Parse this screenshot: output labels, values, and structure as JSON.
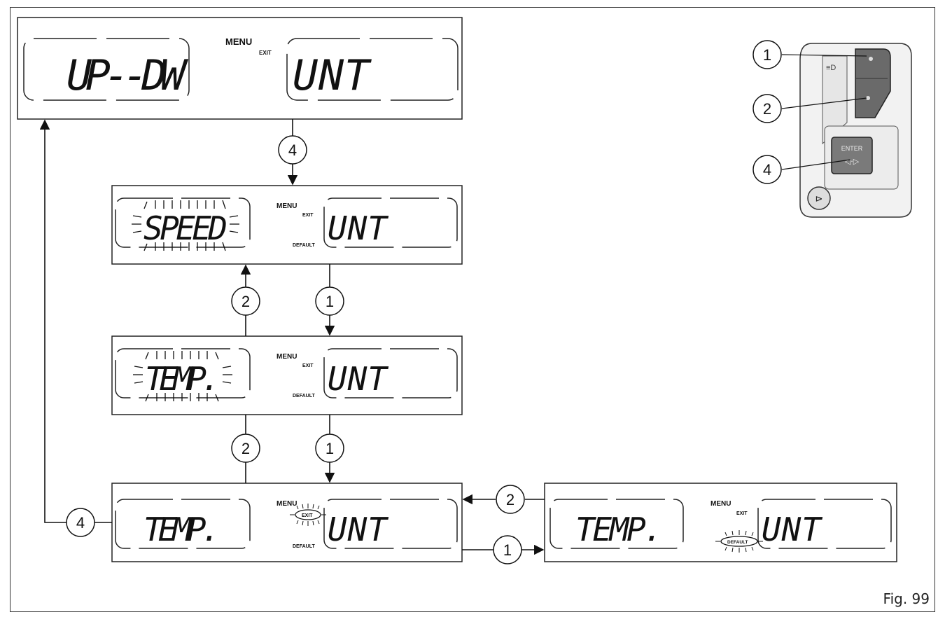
{
  "screens": {
    "top": {
      "left": "UP--DW",
      "right": "UNT",
      "menu": "MENU",
      "exit": "EXIT"
    },
    "speed": {
      "left": "SPEED",
      "right": "UNT",
      "menu": "MENU",
      "exit": "EXIT",
      "default": "DEFAULT"
    },
    "temp": {
      "left": "TEMP.",
      "right": "UNT",
      "menu": "MENU",
      "exit": "EXIT",
      "default": "DEFAULT"
    },
    "temp_exit": {
      "left": "TEMP.",
      "right": "UNT",
      "menu": "MENU",
      "exit": "EXIT",
      "default": "DEFAULT"
    },
    "temp_default": {
      "left": "TEMP.",
      "right": "UNT",
      "menu": "MENU",
      "exit": "EXIT",
      "default": "DEFAULT"
    }
  },
  "steps": {
    "b1": "1",
    "b2": "2",
    "b4": "4"
  },
  "controller": {
    "enter": "ENTER",
    "callouts": [
      "1",
      "2",
      "4"
    ]
  },
  "figure_label": "Fig. 99"
}
